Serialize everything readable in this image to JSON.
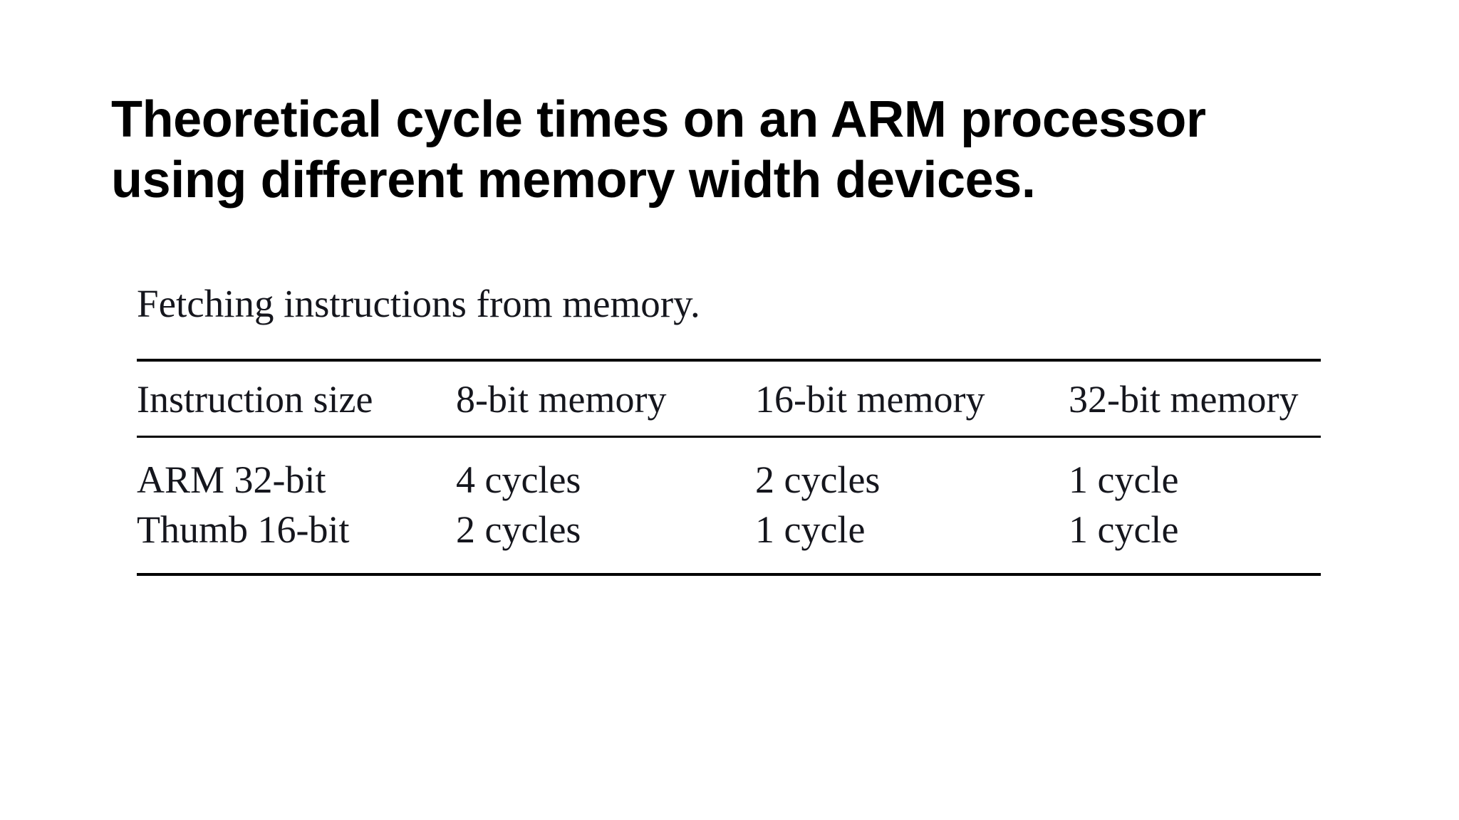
{
  "slide": {
    "background_color": "#ffffff",
    "text_color": "#000000",
    "title": "Theoretical cycle times on an ARM processor\nusing different memory width devices."
  },
  "figure": {
    "caption": "Fetching instructions from memory.",
    "rule_color": "#000000",
    "body_text_color": "#15161d"
  },
  "chart_data": {
    "type": "table",
    "title": "Fetching instructions from memory.",
    "columns": [
      "Instruction size",
      "8-bit memory",
      "16-bit memory",
      "32-bit memory"
    ],
    "rows": [
      [
        "ARM 32-bit",
        "4 cycles",
        "2 cycles",
        "1 cycle"
      ],
      [
        "Thumb 16-bit",
        "2 cycles",
        "1 cycle",
        "1 cycle"
      ]
    ],
    "values": {
      "ARM 32-bit": {
        "8-bit memory": 4,
        "16-bit memory": 2,
        "32-bit memory": 1
      },
      "Thumb 16-bit": {
        "8-bit memory": 2,
        "16-bit memory": 1,
        "32-bit memory": 1
      }
    },
    "unit": "cycles",
    "grid": false,
    "legend": "none"
  }
}
